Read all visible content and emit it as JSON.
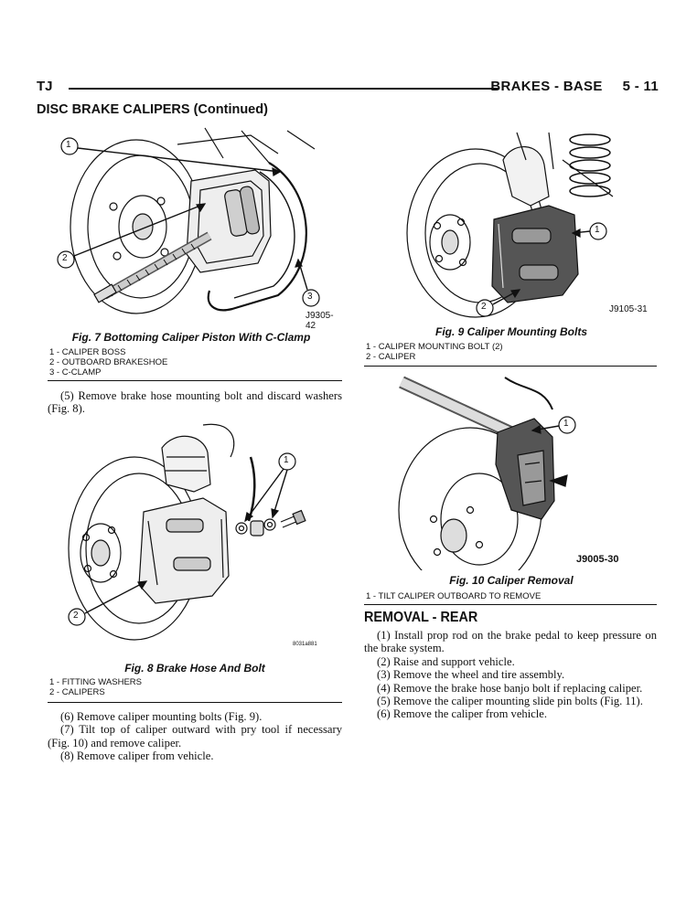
{
  "header": {
    "left": "TJ",
    "section": "BRAKES - BASE",
    "page": "5 - 11"
  },
  "section_title": "DISC BRAKE CALIPERS (Continued)",
  "fig7": {
    "callouts": [
      "1",
      "2",
      "3"
    ],
    "id": "J9305-42",
    "caption": "Fig. 7 Bottoming Caliper Piston With C-Clamp",
    "legend": [
      "1 - CALIPER BOSS",
      "2 - OUTBOARD BRAKESHOE",
      "3 - C-CLAMP"
    ]
  },
  "fig8": {
    "callouts": [
      "1",
      "2"
    ],
    "id": "8031a881",
    "caption": "Fig. 8 Brake Hose And Bolt",
    "legend": [
      "1 - FITTING WASHERS",
      "2 - CALIPERS"
    ]
  },
  "fig9": {
    "callouts": [
      "1",
      "2"
    ],
    "id": "J9105-31",
    "caption": "Fig. 9 Caliper Mounting Bolts",
    "legend": [
      "1 - CALIPER MOUNTING BOLT (2)",
      "2 - CALIPER"
    ]
  },
  "fig10": {
    "callouts": [
      "1"
    ],
    "id": "J9005-30",
    "caption": "Fig. 10 Caliper Removal",
    "legend": [
      "1 - TILT CALIPER OUTBOARD TO REMOVE"
    ]
  },
  "left_steps_a": [
    "(5) Remove brake hose mounting bolt and discard washers (Fig. 8)."
  ],
  "left_steps_b": [
    "(6) Remove caliper mounting bolts (Fig. 9).",
    "(7) Tilt top of caliper outward with pry tool if necessary (Fig. 10) and remove caliper.",
    "(8) Remove caliper from vehicle."
  ],
  "removal_rear": {
    "heading": "REMOVAL - REAR",
    "steps": [
      "(1) Install prop rod on the brake pedal to keep pressure on the brake system.",
      "(2) Raise and support vehicle.",
      "(3) Remove the wheel and tire assembly.",
      "(4) Remove the brake hose banjo bolt if replacing caliper.",
      "(5) Remove the caliper mounting slide pin bolts (Fig. 11).",
      "(6) Remove the caliper from vehicle."
    ]
  }
}
